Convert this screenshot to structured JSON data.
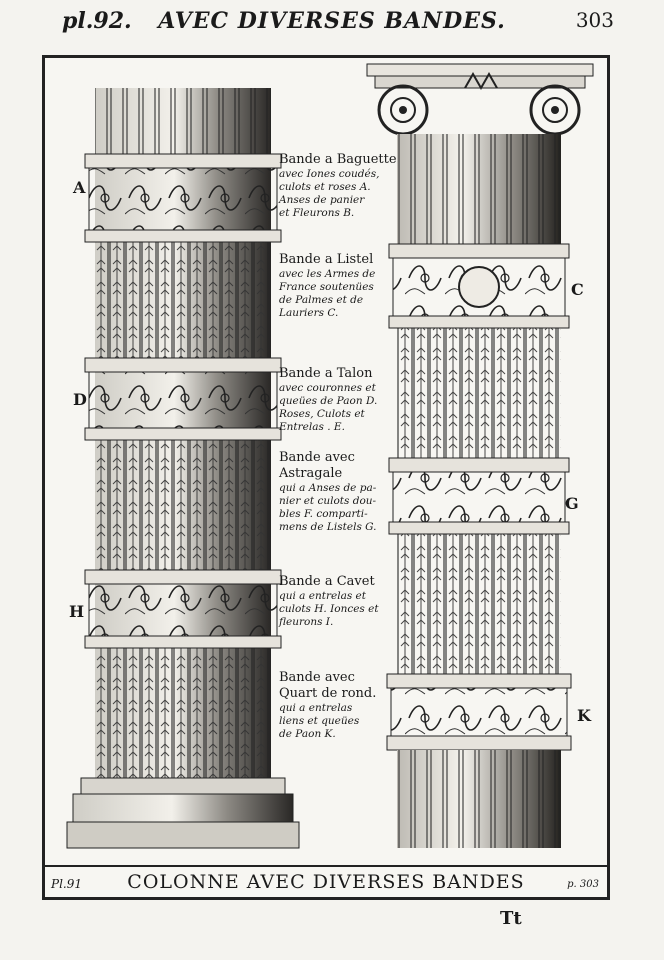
{
  "header": {
    "plate": "pl.92.",
    "title": "AVEC DIVERSES BANDES.",
    "page": "303"
  },
  "letters": {
    "A": "A",
    "D": "D",
    "H": "H",
    "C": "C",
    "G": "G",
    "K": "K"
  },
  "descriptions": [
    {
      "title": "Bande a Baguette",
      "lines": [
        "avec Iones coudés,",
        "culots et roses A.",
        "Anses de panier",
        "et Fleurons B."
      ]
    },
    {
      "title": "Bande a Listel",
      "lines": [
        "avec les Armes de",
        "France soutenües",
        "de Palmes et de",
        "Lauriers C."
      ]
    },
    {
      "title": "Bande a Talon",
      "lines": [
        "avec couronnes et",
        "queües de Paon D.",
        "Roses, Culots et",
        "Entrelas . E."
      ]
    },
    {
      "title": "Bande avec",
      "lines": [
        "Astragale",
        "qui a Anses de pa-",
        "nier et culots dou-",
        "bles F. comparti-",
        "mens de Listels G."
      ]
    },
    {
      "title": "Bande a Cavet",
      "lines": [
        "qui a entrelas et",
        "culots H. Ionces et",
        "fleurons I."
      ]
    },
    {
      "title": "Bande avec",
      "lines": [
        "Quart de rond.",
        "qui a entrelas",
        "liens et queües",
        "de Paon K."
      ]
    }
  ],
  "footer": {
    "plate": "Pl.91",
    "title": "COLONNE AVEC DIVERSES BANDES",
    "page": "p. 303"
  },
  "signature": "Tt"
}
